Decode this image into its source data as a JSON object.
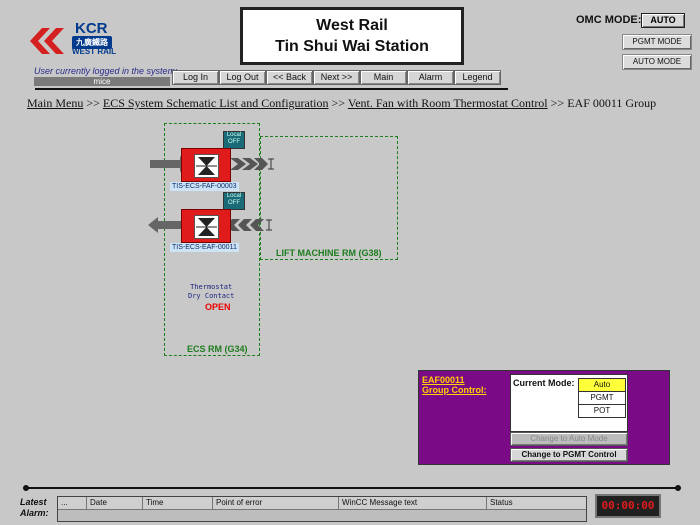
{
  "logo": {
    "brand": "KCR",
    "chinese": "九廣鐵路",
    "sub": "WEST RAIL"
  },
  "title": {
    "line1": "West Rail",
    "line2": "Tin Shui Wai Station"
  },
  "omc": {
    "label": "OMC MODE:",
    "value": "AUTO",
    "pgmt_button": "PGMT MODE",
    "auto_button": "AUTO MODE"
  },
  "user": {
    "label": "User currently logged in the system:",
    "name": "mice"
  },
  "nav": [
    "Log In",
    "Log Out",
    "<< Back",
    "Next >>",
    "Main",
    "Alarm",
    "Legend"
  ],
  "breadcrumb": {
    "items": [
      "Main Menu",
      "ECS System Schematic List and Configuration",
      "Vent. Fan with Room Thermostat Control"
    ],
    "separator": ">>",
    "current": "EAF 00011 Group"
  },
  "schematic": {
    "fans": [
      {
        "tag": "TIS-ECS-FAF-00003",
        "local_line1": "Local",
        "local_line2": "OFF",
        "color": "#e01b1b"
      },
      {
        "tag": "TIS-ECS-EAF-00011",
        "local_line1": "Local",
        "local_line2": "OFF",
        "color": "#e01b1b"
      }
    ],
    "rooms": {
      "ecs": "ECS RM (G34)",
      "lift": "LIFT MACHINE RM (G38)"
    },
    "thermostat": {
      "line1": "Thermostat",
      "line2": "Dry Contact",
      "status": "OPEN"
    }
  },
  "group_control": {
    "title_line1": "EAF00011",
    "title_line2": "Group Control:",
    "current_mode_label": "Current Mode:",
    "modes": [
      "Auto",
      "PGMT",
      "POT"
    ],
    "active_mode": "Auto",
    "btn_auto": "Change to Auto Mode",
    "btn_pgmt": "Change to PGMT Control"
  },
  "alarm": {
    "label_line1": "Latest",
    "label_line2": "Alarm:",
    "columns": [
      "...",
      "Date",
      "Time",
      "Point of error",
      "WinCC Message text",
      "Status"
    ],
    "clock": "00:00:00"
  },
  "colors": {
    "fan_alarm": "#e01b1b",
    "room_border": "#1d7d1d",
    "group_bg": "#7a0a85",
    "active_mode": "#ffff3a"
  }
}
